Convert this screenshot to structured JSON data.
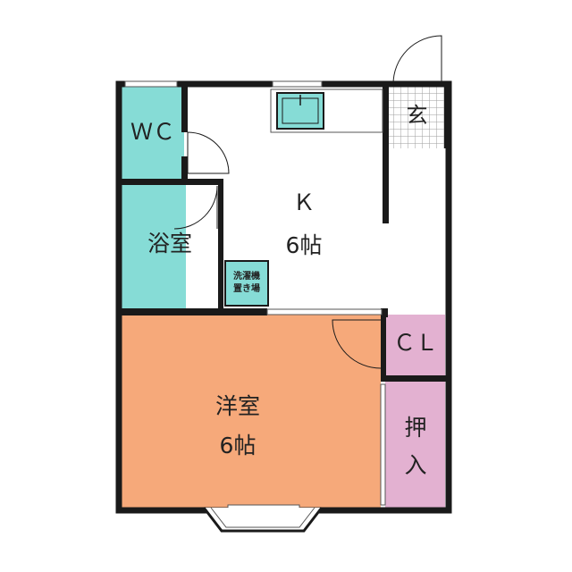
{
  "rooms": {
    "wc": {
      "label": "ＷＣ"
    },
    "bath": {
      "label": "浴室"
    },
    "kitchen": {
      "label": "Ｋ",
      "size": "6帖"
    },
    "entrance": {
      "label": "玄"
    },
    "closet": {
      "label": "ＣＬ"
    },
    "western": {
      "label": "洋室",
      "size": "6帖"
    },
    "oshiire": {
      "label_top": "押",
      "label_bottom": "入"
    }
  },
  "washer": {
    "line1": "洗濯機",
    "line2": "置き場"
  },
  "colors": {
    "wall": "#1a1a1a",
    "wet_room": "#86dcd6",
    "western_room": "#f6a97a",
    "storage": "#e3b1d1",
    "floor": "#ffffff",
    "entrance_tile": "#9e9e9e"
  }
}
